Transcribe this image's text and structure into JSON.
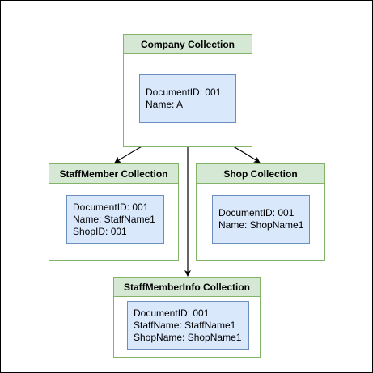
{
  "colors": {
    "collection_fill": "#d5e8d4",
    "collection_stroke": "#82b366",
    "document_fill": "#dae8fc",
    "document_stroke": "#6c8ebf",
    "edge": "#000000"
  },
  "collections": {
    "company": {
      "title": "Company Collection",
      "document": [
        "DocumentID: 001",
        "Name: A"
      ]
    },
    "staff_member": {
      "title": "StaffMember Collection",
      "document": [
        "DocumentID: 001",
        "Name: StaffName1",
        "ShopID: 001"
      ]
    },
    "shop": {
      "title": "Shop Collection",
      "document": [
        "DocumentID: 001",
        "Name: ShopName1"
      ]
    },
    "staff_member_info": {
      "title": "StaffMemberInfo Collection",
      "document": [
        "DocumentID: 001",
        "StaffName: StaffName1",
        "ShopName: ShopName1"
      ]
    }
  },
  "edges": [
    {
      "from": "company",
      "to": "staff_member"
    },
    {
      "from": "company",
      "to": "shop"
    },
    {
      "from": "company",
      "to": "staff_member_info"
    }
  ]
}
